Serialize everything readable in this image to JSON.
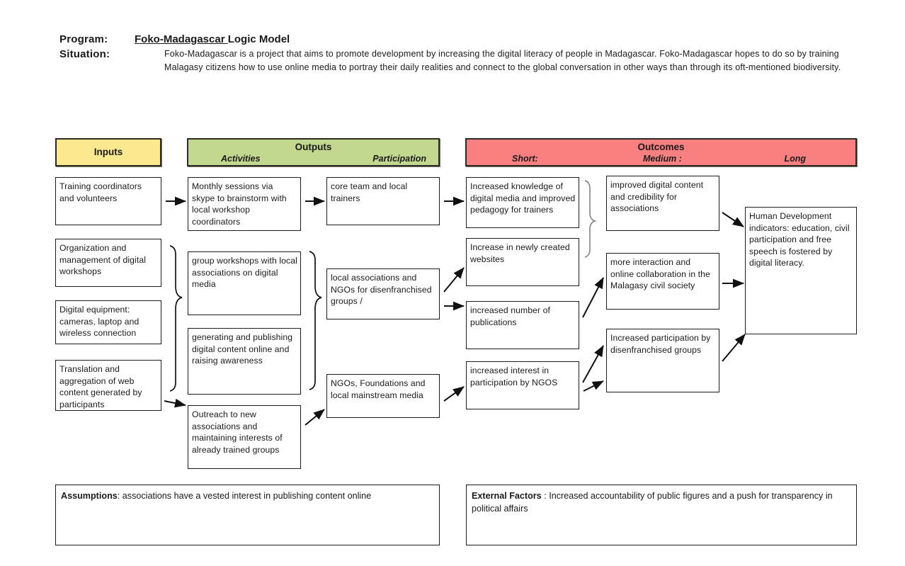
{
  "header": {
    "program_label": "Program:",
    "situation_label": "Situation:",
    "program_value_underlined": " Foko-Madagascar ",
    "program_value_rest": "Logic Model",
    "situation_text": "Foko-Madagascar is a project that aims to promote development by increasing the digital literacy of people in Madagascar. Foko-Madagascar hopes to do so by training Malagasy citizens how to use online media to portray their daily realities and connect to the global conversation in other ways than through its oft-mentioned biodiversity."
  },
  "banners": {
    "inputs": {
      "title": "Inputs",
      "color": "#fae98e"
    },
    "outputs": {
      "title": "Outputs",
      "color": "#c2d88e",
      "sub_activities": "Activities",
      "sub_participation": "Participation"
    },
    "outcomes": {
      "title": "Outcomes",
      "color": "#f98080",
      "sub_short": "Short:",
      "sub_medium": "Medium :",
      "sub_long": "Long"
    }
  },
  "columns": {
    "inputs": [
      "Training coordinators and volunteers",
      " Organization and management of digital workshops",
      "Digital equipment: cameras, laptop and wireless connection",
      "Translation and aggregation of web content generated by  participants"
    ],
    "activities": [
      "Monthly sessions via skype to brainstorm with local workshop coordinators",
      "group workshops with local associations on digital media",
      "generating and publishing digital content online and raising awareness",
      "Outreach to new associations and maintaining interests of already trained groups"
    ],
    "participation": [
      "core team and local trainers",
      "local associations and NGOs for disenfranchised groups /",
      "NGOs, Foundations and local mainstream media"
    ],
    "outcomes_short": [
      "Increased knowledge of digital media and improved pedagogy for trainers",
      "Increase in newly created websites",
      "increased number of publications",
      "increased interest in participation by NGOS"
    ],
    "outcomes_medium": [
      "improved digital content and credibility for associations",
      "more interaction and online collaboration in the Malagasy civil society",
      "Increased participation by disenfranchised groups"
    ],
    "outcomes_long": [
      "Human Development indicators: education, civil participation and free speech is fostered by digital literacy."
    ]
  },
  "footer": {
    "assumptions_label": "Assumptions",
    "assumptions_text": ": associations have a vested interest in publishing content online",
    "external_factors_label": "External Factors",
    "external_factors_text": " : Increased accountability of public figures and a push for transparency in political affairs"
  }
}
